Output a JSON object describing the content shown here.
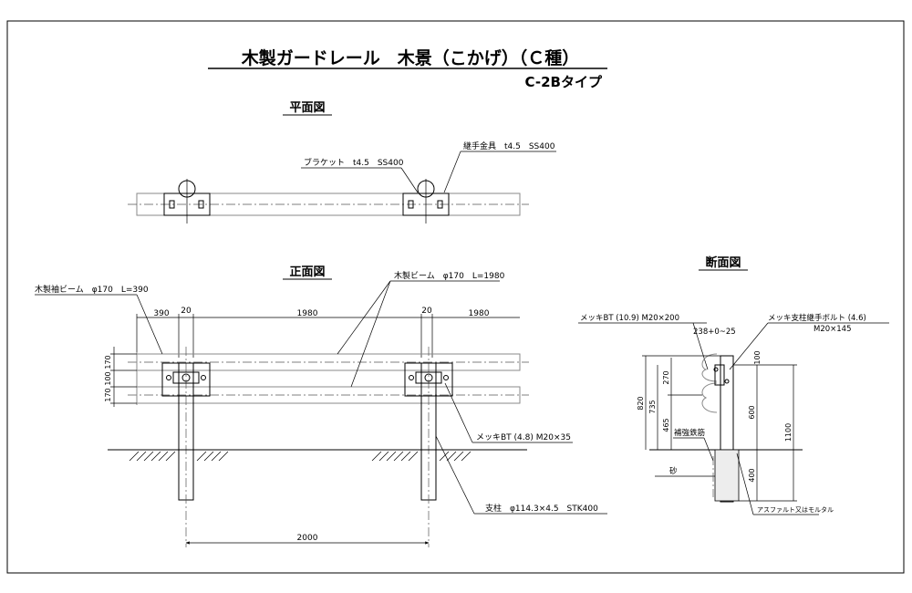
{
  "title": "木製ガードレール　木景（こかげ）（Ｃ種）",
  "subtitle": "C-2Bタイプ",
  "plan_view": {
    "heading": "平面図",
    "label_bracket": "ブラケット　t4.5　SS400",
    "label_joint": "継手金具　t4.5　SS400"
  },
  "front_view": {
    "heading": "正面図",
    "label_end_beam": "木製袖ビーム　φ170　L=390",
    "label_beam": "木製ビーム　φ170　L=1980",
    "label_bolt": "メッキBT (4.8) M20×35",
    "label_post": "支柱　φ114.3×4.5　STK400",
    "dim_390": "390",
    "dim_20_a": "20",
    "dim_1980_a": "1980",
    "dim_20_b": "20",
    "dim_1980_b": "1980",
    "dim_170_top": "170",
    "dim_100": "100",
    "dim_170_bottom": "170",
    "dim_2000": "2000"
  },
  "section_view": {
    "heading": "断面図",
    "label_bolt": "メッキBT (10.9) M20×200",
    "label_joint_bolt_line1": "メッキ支柱継手ボルト (4.6)",
    "label_joint_bolt_line2": "M20×145",
    "dim_238": "238+0~25",
    "dim_100": "100",
    "dim_270": "270",
    "dim_820": "820",
    "dim_735": "735",
    "dim_465": "465",
    "dim_600": "600",
    "dim_1100": "1100",
    "dim_400": "400",
    "label_rebar": "補強鉄筋",
    "label_sand": "砂",
    "label_asphalt": "アスファルト又はモルタル"
  }
}
